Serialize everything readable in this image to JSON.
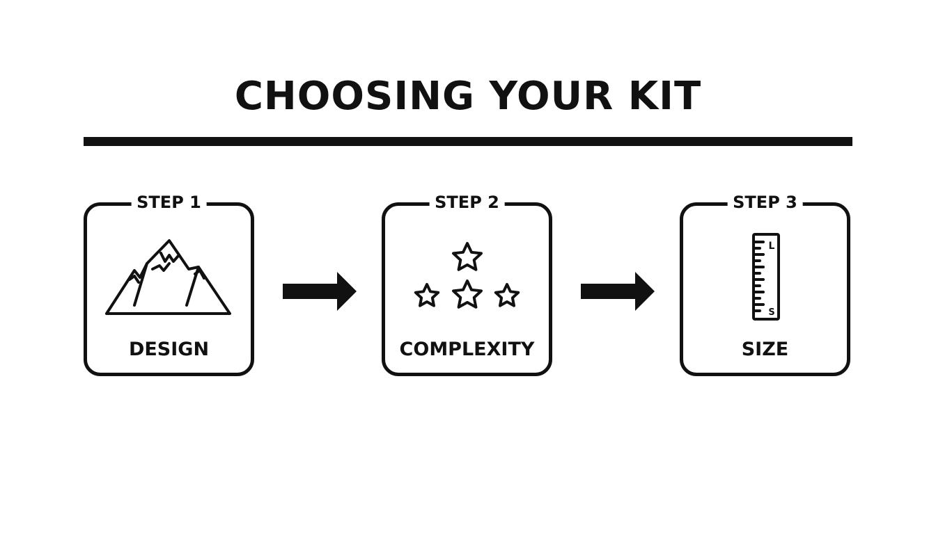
{
  "title": "CHOOSING YOUR KIT",
  "colors": {
    "ink": "#111111",
    "background": "#ffffff"
  },
  "steps": [
    {
      "tag": "STEP 1",
      "label": "DESIGN",
      "icon": "mountain-icon"
    },
    {
      "tag": "STEP 2",
      "label": "COMPLEXITY",
      "icon": "stars-icon"
    },
    {
      "tag": "STEP 3",
      "label": "SIZE",
      "icon": "ruler-icon",
      "icon_text": [
        "L",
        "S"
      ]
    }
  ]
}
